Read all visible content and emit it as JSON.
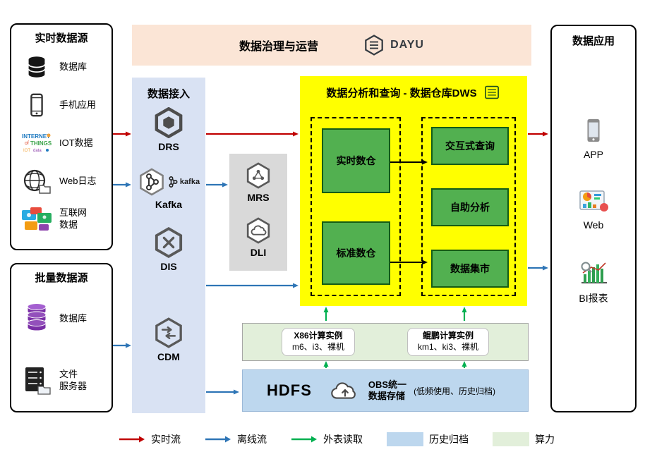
{
  "banner": {
    "title": "数据治理与运营",
    "logo_text": "DAYU"
  },
  "realtime_sources": {
    "title": "实时数据源",
    "items": [
      {
        "label": "数据库",
        "icon": "database-icon"
      },
      {
        "label": "手机应用",
        "icon": "phone-icon"
      },
      {
        "label": "IOT数据",
        "icon": "iot-wordcloud-icon"
      },
      {
        "label": "Web日志",
        "icon": "globe-icon"
      },
      {
        "label": "互联网\n数据",
        "icon": "internet-collage-icon"
      }
    ]
  },
  "batch_sources": {
    "title": "批量数据源",
    "items": [
      {
        "label": "数据库",
        "icon": "purple-database-icon"
      },
      {
        "label": "文件\n服务器",
        "icon": "file-server-icon"
      }
    ]
  },
  "ingestion": {
    "title": "数据接入",
    "items": [
      {
        "label": "DRS",
        "icon": "drs-icon"
      },
      {
        "label": "Kafka",
        "icon": "kafka-icon",
        "logo_text": "kafka"
      },
      {
        "label": "DIS",
        "icon": "dis-icon"
      },
      {
        "label": "CDM",
        "icon": "cdm-icon"
      }
    ]
  },
  "processing": {
    "items": [
      {
        "label": "MRS",
        "icon": "mrs-icon"
      },
      {
        "label": "DLI",
        "icon": "dli-icon"
      }
    ]
  },
  "dws": {
    "title": "数据分析和查询 - 数据仓库DWS",
    "left_nodes": [
      "实时数仓",
      "标准数仓"
    ],
    "right_nodes": [
      "交互式查询",
      "自助分析",
      "数据集市"
    ]
  },
  "compute": {
    "instances": [
      {
        "name": "X86计算实例",
        "spec": "m6、i3、裸机"
      },
      {
        "name": "鲲鹏计算实例",
        "spec": "km1、ki3、裸机"
      }
    ]
  },
  "storage": {
    "hdfs_label": "HDFS",
    "obs_label": "OBS统一\n数据存储",
    "obs_note": "(低频使用、历史归档)"
  },
  "applications": {
    "title": "数据应用",
    "items": [
      {
        "label": "APP",
        "icon": "app-phone-icon"
      },
      {
        "label": "Web",
        "icon": "web-collage-icon"
      },
      {
        "label": "BI报表",
        "icon": "bi-chart-icon"
      }
    ]
  },
  "legend": {
    "items": [
      {
        "label": "实时流",
        "type": "arrow",
        "color": "#c00000"
      },
      {
        "label": "离线流",
        "type": "arrow",
        "color": "#2e75b6"
      },
      {
        "label": "外表读取",
        "type": "arrow",
        "color": "#00b050"
      },
      {
        "label": "历史归档",
        "type": "swatch",
        "color": "#bdd7ee"
      },
      {
        "label": "算力",
        "type": "swatch",
        "color": "#e2efda"
      }
    ]
  },
  "colors": {
    "banner_bg": "#fbe5d6",
    "ingest_bg": "#d9e2f3",
    "processing_bg": "#d9d9d9",
    "dws_bg": "#ffff00",
    "node_green": "#52b050",
    "compute_bg": "#e2efda",
    "hdfs_bg": "#bdd7ee",
    "realtime_flow": "#c00000",
    "offline_flow": "#2e75b6",
    "external_read": "#00b050"
  }
}
